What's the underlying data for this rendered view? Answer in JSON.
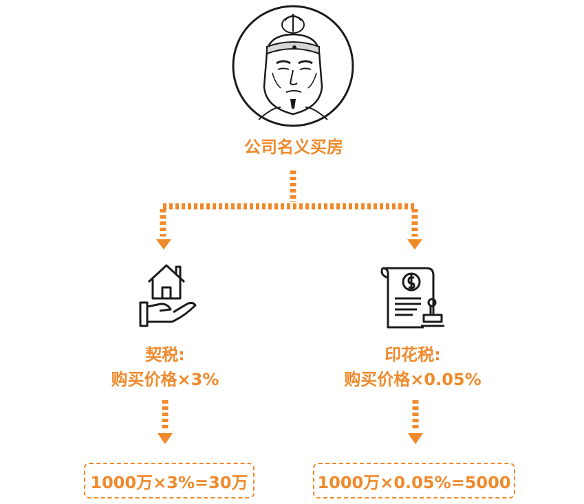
{
  "colors": {
    "accent": "#ef8a2c",
    "ink": "#1a1a1a"
  },
  "title": "公司名义买房",
  "branches": {
    "left": {
      "icon": "house-in-hand-icon",
      "label_line1": "契税:",
      "label_line2": "购买价格×3%",
      "result": "1000万×3%=30万"
    },
    "right": {
      "icon": "stamped-document-icon",
      "label_line1": "印花税:",
      "label_line2": "购买价格×0.05%",
      "result": "1000万×0.05%=5000"
    }
  }
}
